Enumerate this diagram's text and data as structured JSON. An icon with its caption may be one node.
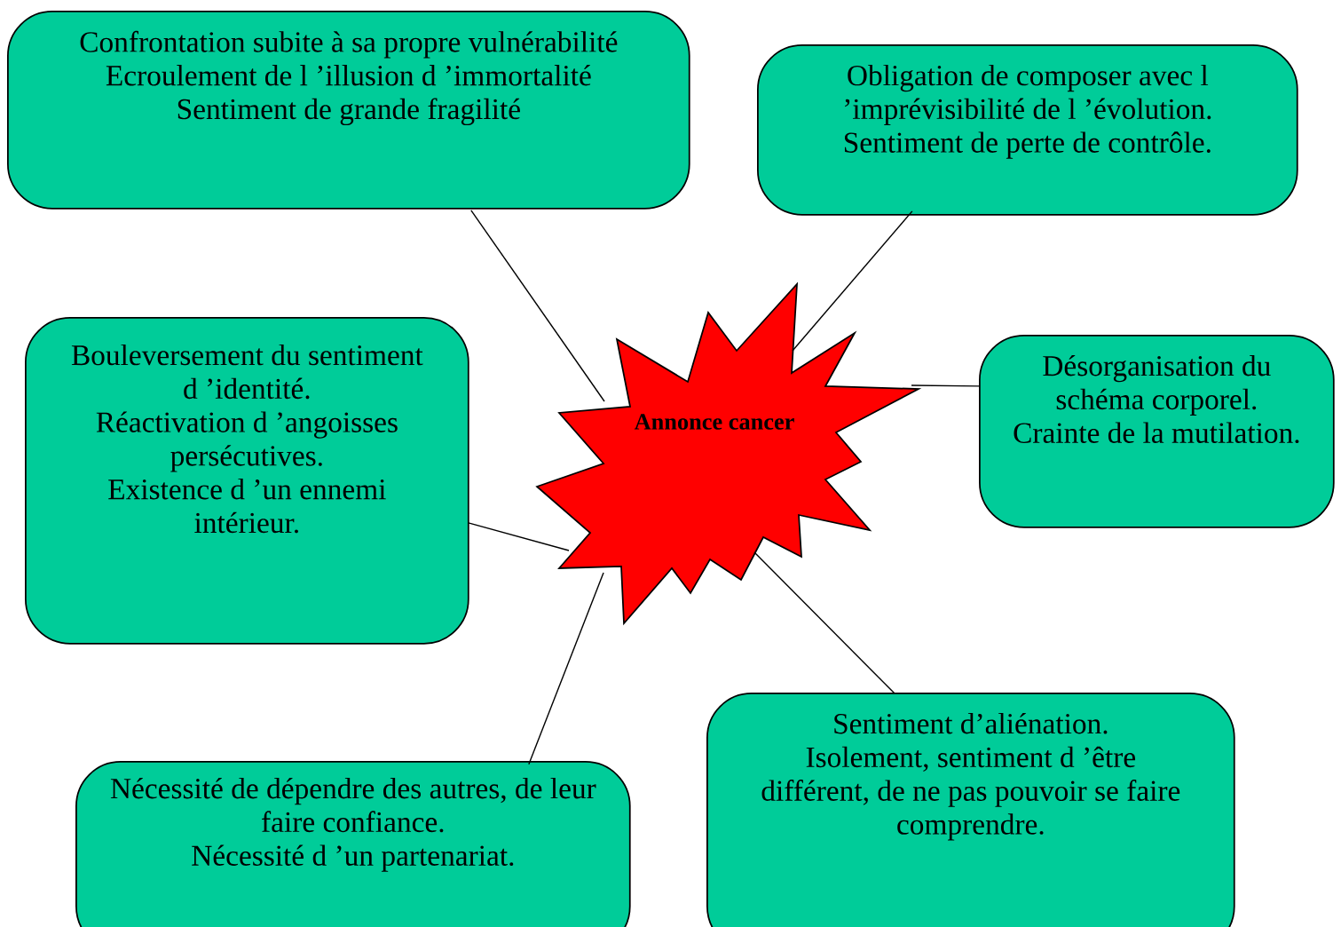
{
  "diagram": {
    "nodes": [
      {
        "text": [
          "Confrontation subite à sa propre vulnérabilité",
          "Ecroulement de l ’illusion d ’immortalité",
          "Sentiment de grande fragilité"
        ]
      },
      {
        "text": [
          "Obligation de composer avec l ’imprévisibilité de l ’évolution.",
          "Sentiment de perte de contrôle."
        ]
      },
      {
        "text": [
          "Bouleversement du sentiment d ’identité.",
          "Réactivation d ’angoisses persécutives.",
          "Existence d ’un ennemi intérieur."
        ]
      },
      {
        "text": [
          "Annonce cancer"
        ]
      },
      {
        "text": [
          "Désorganisation du schéma corporel.",
          "Crainte de la mutilation."
        ]
      },
      {
        "text": [
          "Nécessité de dépendre des autres, de leur faire confiance.",
          "Nécessité d ’un partenariat."
        ]
      },
      {
        "text": [
          "Sentiment d’aliénation.",
          "Isolement, sentiment d ’être différent, de ne pas pouvoir se faire comprendre."
        ]
      }
    ],
    "edges": [
      {
        "from": 0,
        "to": 3,
        "arrow": "none"
      },
      {
        "from": 1,
        "to": 3,
        "arrow": "none"
      },
      {
        "from": 2,
        "to": 3,
        "arrow": "none"
      },
      {
        "from": 4,
        "to": 3,
        "arrow": "none"
      },
      {
        "from": 5,
        "to": 3,
        "arrow": "none"
      },
      {
        "from": 6,
        "to": 3,
        "arrow": "none"
      }
    ]
  }
}
